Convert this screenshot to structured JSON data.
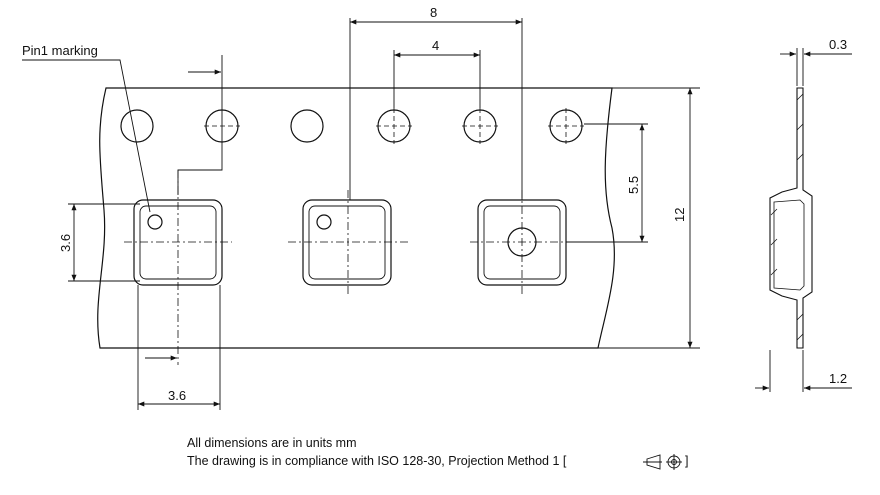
{
  "labels": {
    "pin1": "Pin1 marking",
    "dim_pitch_8": "8",
    "dim_pitch_4": "4",
    "dim_5_5": "5.5",
    "dim_12": "12",
    "dim_3_6_vertical": "3.6",
    "dim_3_6_horizontal": "3.6",
    "dim_0_3": "0.3",
    "dim_1_2": "1.2"
  },
  "notes": {
    "line1": "All dimensions are in units mm",
    "line2": "The drawing is in compliance with ISO 128-30, Projection Method 1 [",
    "line2_end": "]"
  }
}
